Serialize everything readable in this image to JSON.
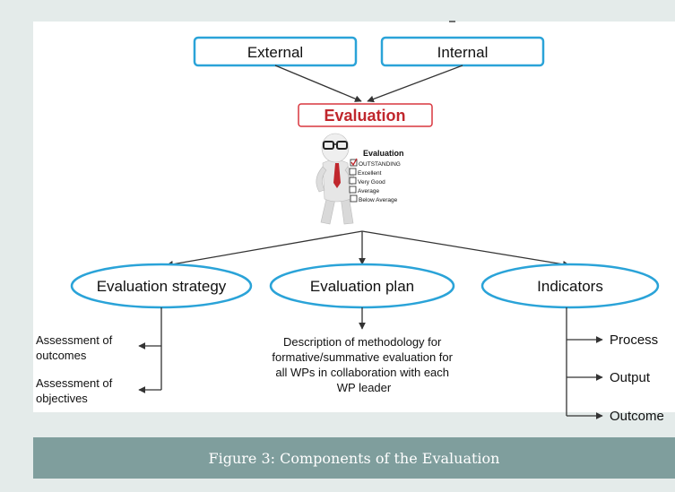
{
  "colors": {
    "page_bg": "#e4ebea",
    "canvas_bg": "#ffffff",
    "node_border": "#2aa3d8",
    "evaluation_border": "#d9363e",
    "evaluation_text": "#c0272d",
    "caption_bg": "#7f9e9d",
    "caption_text": "#ffffff"
  },
  "top_boxes": {
    "external": "External",
    "internal": "Internal"
  },
  "evaluation_box": "Evaluation",
  "checklist": {
    "title": "Evaluation",
    "items": [
      "OUTSTANDING",
      "Excellent",
      "Very Good",
      "Average",
      "Below Average"
    ],
    "checked_item": "OUTSTANDING"
  },
  "ovals": {
    "strategy": "Evaluation strategy",
    "plan": "Evaluation plan",
    "indicators": "Indicators"
  },
  "strategy_items": [
    [
      "Assessment of",
      "outcomes"
    ],
    [
      "Assessment of",
      "objectives"
    ]
  ],
  "plan_description": [
    "Description of methodology for",
    "formative/summative evaluation for",
    "all WPs in collaboration with each",
    "WP leader"
  ],
  "indicator_items": [
    "Process",
    "Output",
    "Outcome"
  ],
  "caption": "Figure 3: Components of the Evaluation"
}
